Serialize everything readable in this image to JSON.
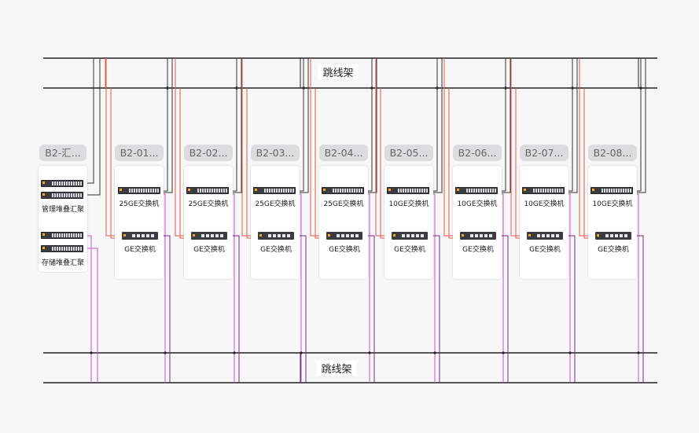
{
  "patch_panel": {
    "top_label": "跳线架",
    "bottom_label": "跳线架"
  },
  "aggregation": {
    "tag": "B2-汇...",
    "mgmt_caption": "管理堆叠汇聚",
    "storage_caption": "存储堆叠汇聚"
  },
  "racks": [
    {
      "tag": "B2-01...",
      "top_switch": "25GE交换机",
      "bottom_switch": "GE交换机"
    },
    {
      "tag": "B2-02...",
      "top_switch": "25GE交换机",
      "bottom_switch": "GE交换机"
    },
    {
      "tag": "B2-03...",
      "top_switch": "25GE交换机",
      "bottom_switch": "GE交换机"
    },
    {
      "tag": "B2-04...",
      "top_switch": "25GE交换机",
      "bottom_switch": "GE交换机"
    },
    {
      "tag": "B2-05...",
      "top_switch": "10GE交换机",
      "bottom_switch": "GE交换机"
    },
    {
      "tag": "B2-06...",
      "top_switch": "10GE交换机",
      "bottom_switch": "GE交换机"
    },
    {
      "tag": "B2-07...",
      "top_switch": "10GE交换机",
      "bottom_switch": "GE交换机"
    },
    {
      "tag": "B2-08...",
      "top_switch": "10GE交换机",
      "bottom_switch": "GE交换机"
    }
  ],
  "colors": {
    "frame_line": "#222222",
    "mgmt_link": "#333333",
    "ge_link": "#e8574d",
    "storage_link": "#d14fd8",
    "storage_link_dark": "#7a2a86"
  }
}
